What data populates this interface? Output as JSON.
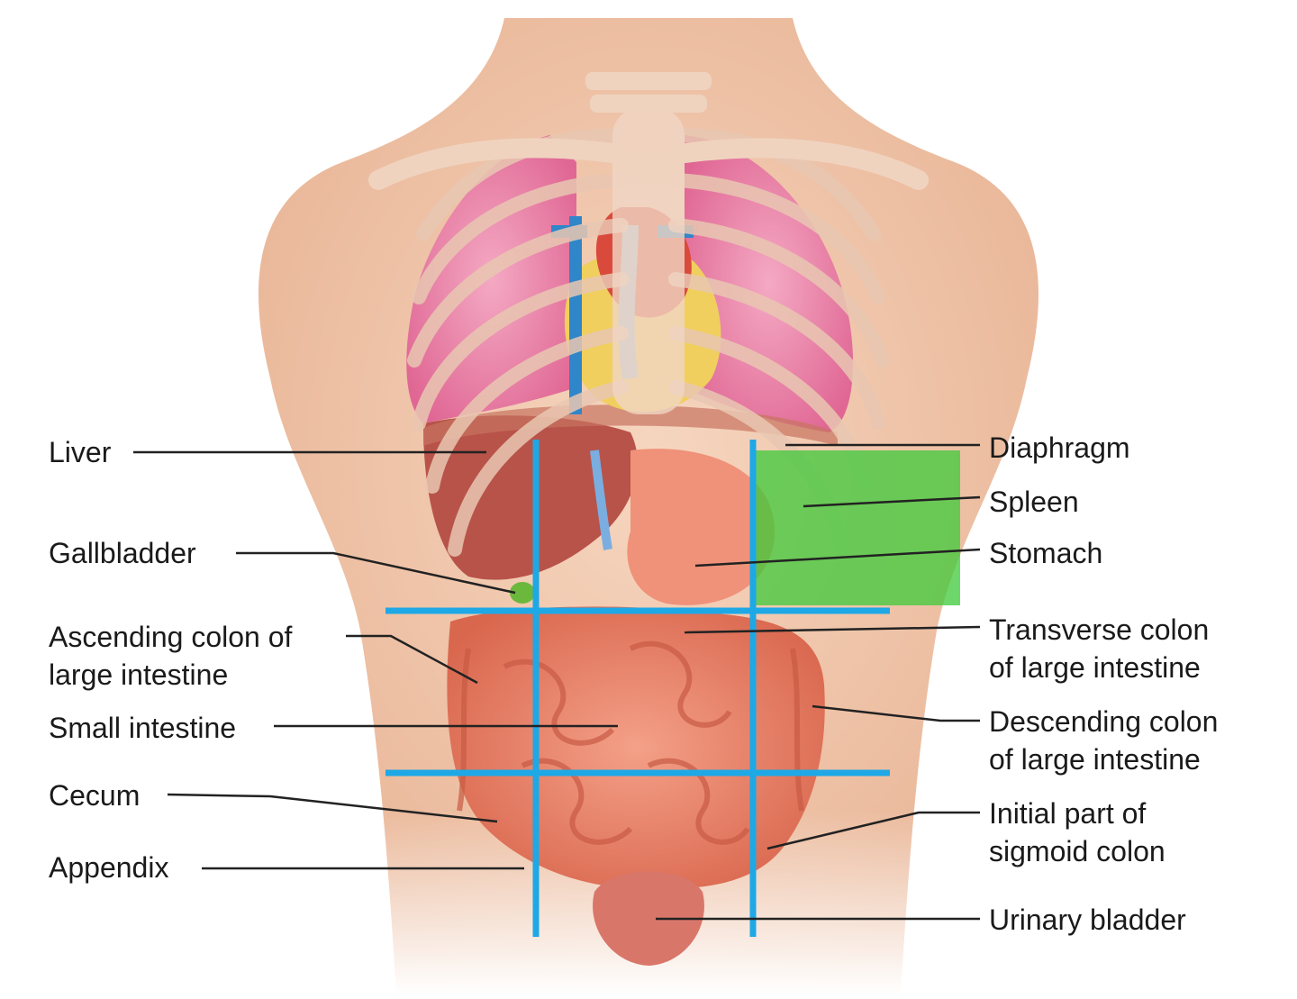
{
  "colors": {
    "skin": "#f2c9ae",
    "skin_shadow": "#e3ab8a",
    "bone": "#f3d8c4",
    "bone_edge": "#c99e85",
    "lung": "#e97fa6",
    "intestine": "#e97d62",
    "intestine_dark": "#c95b45",
    "liver": "#b8534a",
    "stomach": "#ef9279",
    "heart": "#d94a3c",
    "fat": "#f3d86a",
    "vein": "#2f86c9",
    "gallbladder": "#6bb83c",
    "bladder": "#d9766a",
    "grid_line": "#1ea8e6",
    "highlight": "#3ec93a",
    "leader_line": "#222222"
  },
  "labels_left": [
    {
      "id": "liver",
      "text": "Liver"
    },
    {
      "id": "gallbladder",
      "text": "Gallbladder"
    },
    {
      "id": "ascending-colon",
      "text": "Ascending colon of\nlarge intestine"
    },
    {
      "id": "small-intestine",
      "text": "Small intestine"
    },
    {
      "id": "cecum",
      "text": "Cecum"
    },
    {
      "id": "appendix",
      "text": "Appendix"
    }
  ],
  "labels_right": [
    {
      "id": "diaphragm",
      "text": "Diaphragm"
    },
    {
      "id": "spleen",
      "text": "Spleen"
    },
    {
      "id": "stomach",
      "text": "Stomach"
    },
    {
      "id": "transverse-colon",
      "text": "Transverse colon\nof large intestine"
    },
    {
      "id": "descending-colon",
      "text": "Descending colon\nof large intestine"
    },
    {
      "id": "sigmoid-colon",
      "text": "Initial part of\nsigmoid colon"
    },
    {
      "id": "urinary-bladder",
      "text": "Urinary bladder"
    }
  ]
}
